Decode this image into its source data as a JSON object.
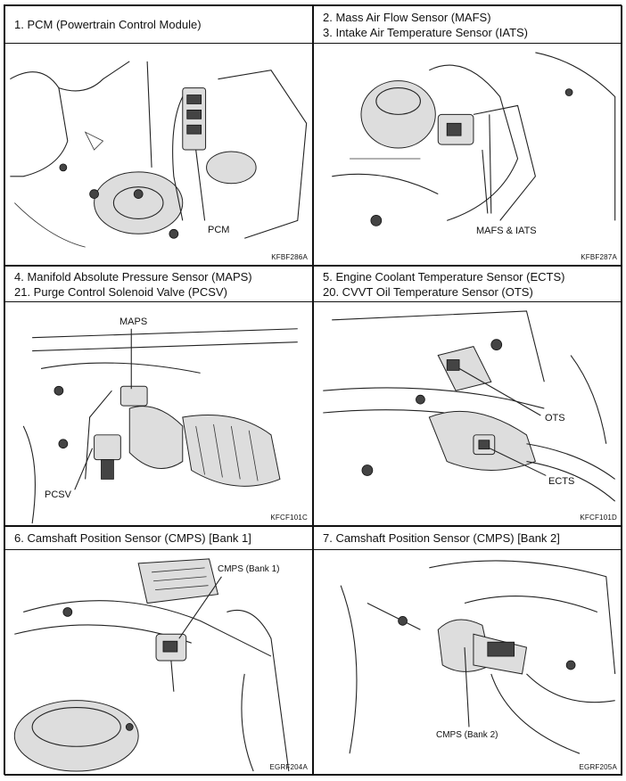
{
  "panels": [
    {
      "titles": [
        "1. PCM (Powertrain Control Module)"
      ],
      "code": "KFBF286A",
      "labels": [
        "PCM"
      ]
    },
    {
      "titles": [
        "2. Mass Air Flow Sensor (MAFS)",
        "3. Intake Air Temperature Sensor (IATS)"
      ],
      "code": "KFBF287A",
      "labels": [
        "MAFS & IATS"
      ]
    },
    {
      "titles": [
        "4. Manifold Absolute Pressure Sensor (MAPS)",
        "21. Purge Control Solenoid Valve (PCSV)"
      ],
      "code": "KFCF101C",
      "labels": [
        "MAPS",
        "PCSV"
      ]
    },
    {
      "titles": [
        "5. Engine Coolant Temperature Sensor (ECTS)",
        "20. CVVT Oil Temperature Sensor (OTS)"
      ],
      "code": "KFCF101D",
      "labels": [
        "OTS",
        "ECTS"
      ]
    },
    {
      "titles": [
        "6. Camshaft Position Sensor (CMPS) [Bank 1]"
      ],
      "code": "EGRF204A",
      "labels": [
        "CMPS (Bank 1)"
      ]
    },
    {
      "titles": [
        "7. Camshaft Position Sensor (CMPS) [Bank 2]"
      ],
      "code": "EGRF205A",
      "labels": [
        "CMPS (Bank 2)"
      ]
    }
  ]
}
